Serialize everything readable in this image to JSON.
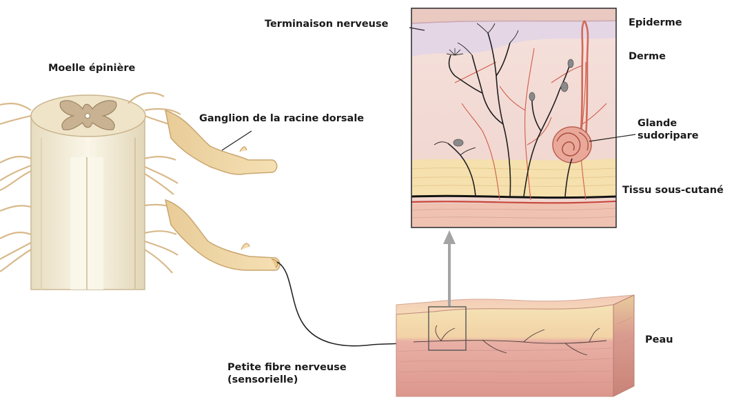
{
  "labels": {
    "moelle": "Moelle épinière",
    "ganglion": "Ganglion de la racine dorsale",
    "terminaison": "Terminaison nerveuse",
    "epiderme": "Epiderme",
    "derme": "Derme",
    "glande_line1": "Glande",
    "glande_line2": "sudoripare",
    "tissu": "Tissu sous-cutané",
    "peau": "Peau",
    "petite_line1": "Petite fibre nerveuse",
    "petite_line2": "(sensorielle)"
  },
  "colors": {
    "nerve_tan": "#e3c89a",
    "cord_cream": "#f3eedb",
    "skin_pink": "#ecbab0",
    "epidermis_purple": "#d8c8df",
    "fat_yellow": "#f3ddaa",
    "vessel_red": "#c8453a",
    "fiber_black": "#222222",
    "arrow_gray": "#9a9a9a"
  }
}
